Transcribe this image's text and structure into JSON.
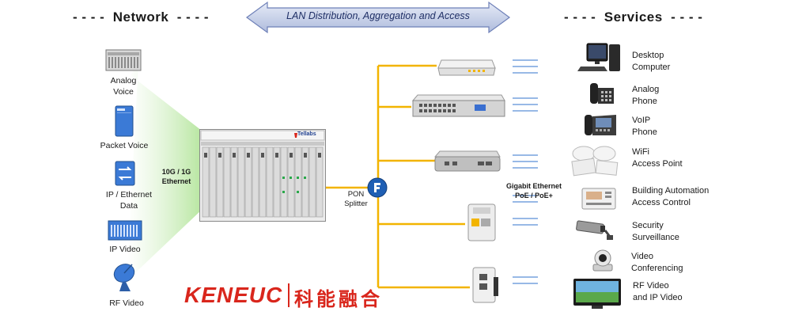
{
  "headers": {
    "network": "- - - -  Network  - - - -",
    "services": "- - - -  Services  - - - -",
    "banner": "LAN Distribution, Aggregation and Access"
  },
  "network_items": [
    {
      "label": "Analog\nVoice",
      "icon": "analog-voice-equipment-icon"
    },
    {
      "label": "Packet Voice",
      "icon": "packet-voice-server-icon"
    },
    {
      "label": "IP / Ethernet\nData",
      "icon": "ethernet-switch-icon"
    },
    {
      "label": "IP Video",
      "icon": "ip-video-equipment-icon"
    },
    {
      "label": "RF Video",
      "icon": "satellite-dish-icon"
    }
  ],
  "link_label": "10G / 1G\nEthernet",
  "chassis_brand": "Tellabs",
  "splitter": {
    "label": "PON\nSplitter",
    "icon": "pon-splitter-icon"
  },
  "gigabit_label": "Gigabit  Ethernet\nPoE / PoE+",
  "onts": [
    {
      "icon": "desktop-ont-icon"
    },
    {
      "icon": "rackmount-ont-icon"
    },
    {
      "icon": "compact-ont-icon"
    },
    {
      "icon": "din-rail-ont-icon"
    },
    {
      "icon": "wall-plate-ont-icon"
    }
  ],
  "services": [
    {
      "label": "Desktop\nComputer",
      "icon": "desktop-computer-icon"
    },
    {
      "label": "Analog\nPhone",
      "icon": "analog-phone-icon"
    },
    {
      "label": "VoIP\nPhone",
      "icon": "voip-phone-icon"
    },
    {
      "label": "WiFi\nAccess Point",
      "icon": "wifi-access-point-icon"
    },
    {
      "label": "Building Automation\nAccess Control",
      "icon": "thermostat-icon"
    },
    {
      "label": "Security\nSurveillance",
      "icon": "security-camera-icon"
    },
    {
      "label": "Video\nConferencing",
      "icon": "video-conference-camera-icon"
    },
    {
      "label": "RF Video\nand IP  Video",
      "icon": "television-icon"
    }
  ],
  "logo": {
    "latin": "KENEUC",
    "cn": "科能融合"
  },
  "colors": {
    "trunk": "#f2b400",
    "banner": "#c9d3ea",
    "cone": "#c7ecb4",
    "brand": "#d9261c",
    "splitter": "#1f5fb4"
  }
}
